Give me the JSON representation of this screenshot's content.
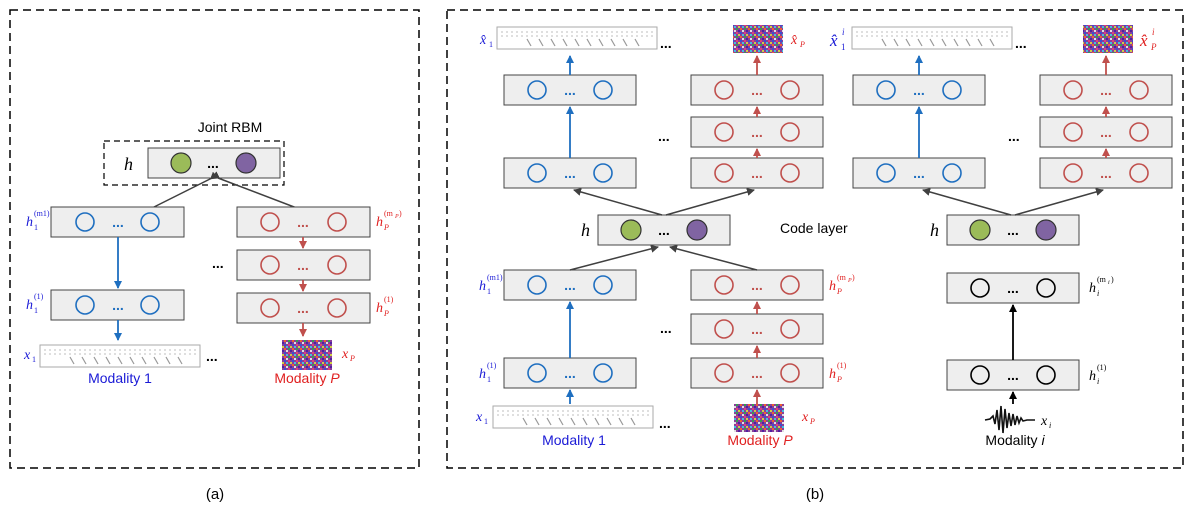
{
  "colors": {
    "blue": "#1f6fc0",
    "blue_text": "#1a1ad6",
    "red": "#c0504d",
    "red_text": "#e02020",
    "black": "#000000",
    "arrow_gray": "#404040",
    "layer_fill": "#eeeeee",
    "green": "#9bbb59",
    "purple": "#8064a2"
  },
  "labels": {
    "joint_rbm": "Joint RBM",
    "code_layer": "Code layer",
    "ellipsis": "...",
    "caption_a": "(a)",
    "caption_b": "(b)",
    "modality_1": "Modality 1",
    "modality_p_prefix": "Modality ",
    "modality_p_var": "P",
    "modality_i_prefix": "Modality ",
    "modality_i_var": "i"
  },
  "symbols": {
    "h": "h",
    "h_letter": "h",
    "sub_1": "1",
    "sub_P": "P",
    "sub_i": "i",
    "sup_m1": "(m1)",
    "sup_mP": "(m",
    "sup_mP_sub": "P",
    "sup_mP_close": ")",
    "sup_1": "(1)",
    "sup_mi": "(m",
    "sup_mi_sub": "i",
    "sup_mi_close": ")",
    "x": "x",
    "hat_x": "x̂",
    "sup_i": "i"
  },
  "icons": [
    "text-image-icon",
    "noise-image-icon",
    "audio-waveform-icon"
  ]
}
